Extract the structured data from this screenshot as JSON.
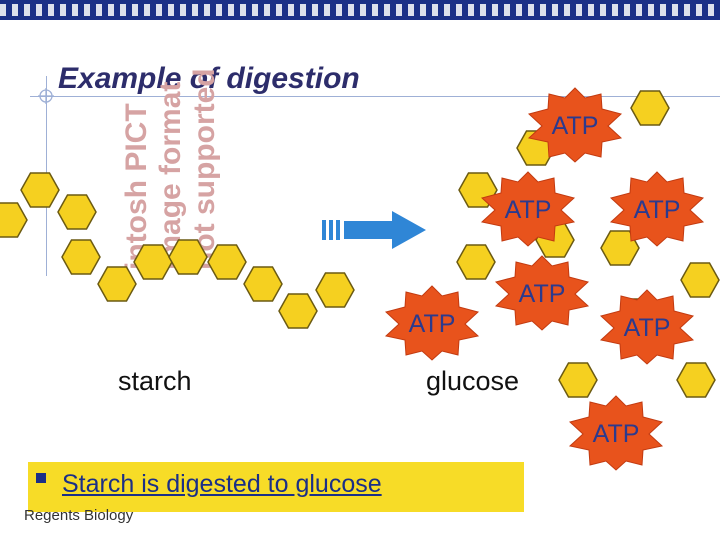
{
  "slide": {
    "title": "Example of digestion",
    "placeholder_lines": [
      "intosh PICT",
      "image format",
      "not supported"
    ],
    "starch_label": "starch",
    "glucose_label": "glucose",
    "atp_label": "ATP",
    "bullet": "Starch is digested to glucose",
    "footer": "Regents Biology"
  },
  "colors": {
    "header": "#1b2f87",
    "title": "#2d2d6b",
    "hexagon": "#f5d020",
    "atp_burst": "#e8531c",
    "atp_text": "#2b3a8e",
    "arrow": "#2f86d6",
    "bullet_box": "#f7dc27"
  },
  "icons": [
    "crosshair-icon",
    "bullet-square-icon",
    "right-arrow-icon",
    "hexagon-icon",
    "burst-icon"
  ]
}
